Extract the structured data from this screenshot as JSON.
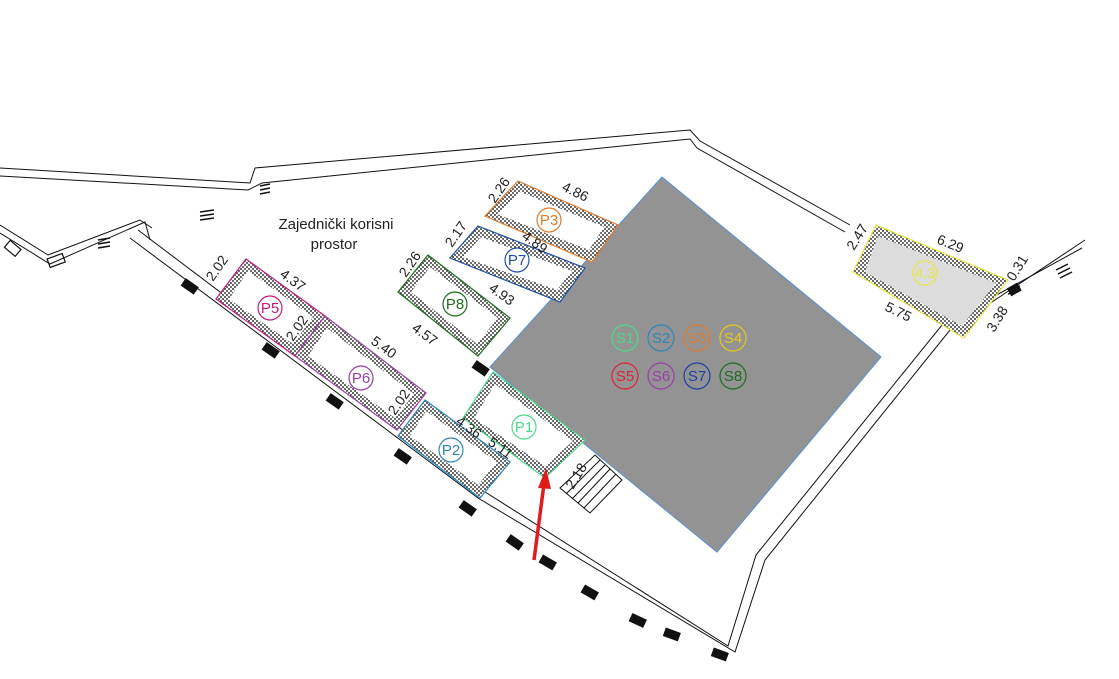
{
  "plan": {
    "area_label_line1": "Zajednički korisni",
    "area_label_line2": "prostor"
  },
  "parking_spots": [
    {
      "id": "P1",
      "color": "#4fd889"
    },
    {
      "id": "P2",
      "color": "#2e86b8"
    },
    {
      "id": "P3",
      "color": "#e07a2a"
    },
    {
      "id": "P5",
      "color": "#c21b7a"
    },
    {
      "id": "P6",
      "color": "#9a3fa8"
    },
    {
      "id": "P7",
      "color": "#1e4fa8"
    },
    {
      "id": "P8",
      "color": "#1f6b1f"
    },
    {
      "id": "4.3",
      "color": "#e6e645"
    }
  ],
  "storage_legend": [
    {
      "id": "S1",
      "color": "#4fd889"
    },
    {
      "id": "S2",
      "color": "#2e86b8"
    },
    {
      "id": "S3",
      "color": "#e07a2a"
    },
    {
      "id": "S4",
      "color": "#e6c81e"
    },
    {
      "id": "S5",
      "color": "#d8263c"
    },
    {
      "id": "S6",
      "color": "#9a3fa8"
    },
    {
      "id": "S7",
      "color": "#1e3fa8"
    },
    {
      "id": "S8",
      "color": "#1f6b1f"
    }
  ],
  "dimensions": {
    "d202_top": "2.02",
    "d437": "4.37",
    "d202_mid": "2.02",
    "d540": "5.40",
    "d202_low": "2.02",
    "d436": "4.36",
    "d511": "5.11",
    "d226_p8": "2.26",
    "d457": "4.57",
    "d493": "4.93",
    "d217": "2.17",
    "d489": "4.89",
    "d226_p3": "2.26",
    "d486": "4.86",
    "d218": "2.18",
    "d247": "2.47",
    "d629": "6.29",
    "d031": "0.31",
    "d575": "5.75",
    "d338": "3.38"
  },
  "colors": {
    "building": "#939393",
    "building_edge": "#5a8fd0",
    "arrow": "#e01b1b",
    "zone_fill": "#dcdcdc"
  }
}
